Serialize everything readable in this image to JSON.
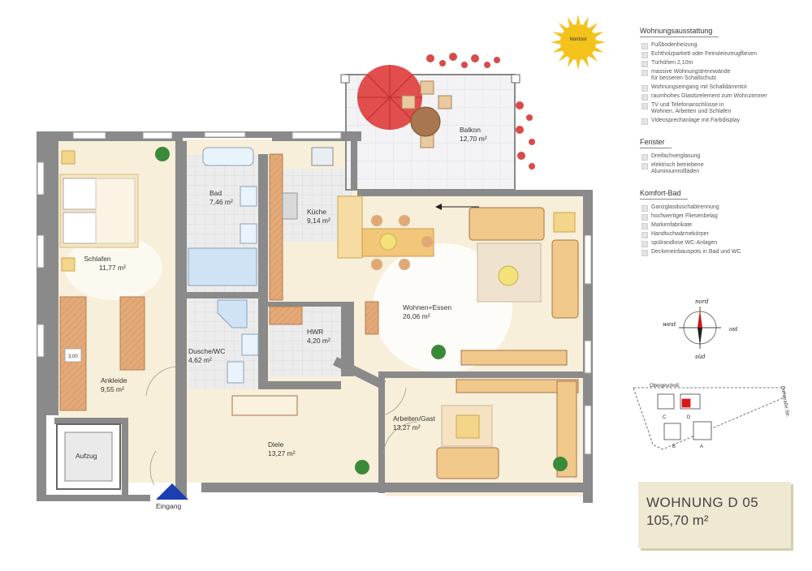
{
  "sun": {
    "label": "Nordost"
  },
  "rooms": [
    {
      "id": "schlafen",
      "name": "Schlafen",
      "area": "11,77 m²"
    },
    {
      "id": "bad",
      "name": "Bad",
      "area": "7,46 m²"
    },
    {
      "id": "kueche",
      "name": "Küche",
      "area": "9,14 m²"
    },
    {
      "id": "balkon",
      "name": "Balkon",
      "area": "12,70 m²"
    },
    {
      "id": "wohnen",
      "name": "Wohnen+Essen",
      "area": "26,06 m²"
    },
    {
      "id": "hwr",
      "name": "HWR",
      "area": "4,20 m²"
    },
    {
      "id": "dusche",
      "name": "Dusche/WC",
      "area": "4,62 m²"
    },
    {
      "id": "ankleide",
      "name": "Ankleide",
      "area": "9,55 m²"
    },
    {
      "id": "arbeiten",
      "name": "Arbeiten/Gast",
      "area": "13,27 m²"
    },
    {
      "id": "diele",
      "name": "Diele",
      "area": "13,27 m²"
    }
  ],
  "aufzug": "Aufzug",
  "eingang": "Eingang",
  "wardrobe_mark": "3,00",
  "compass": {
    "north": "nord",
    "east": "ost",
    "south": "süd",
    "west": "west"
  },
  "floor_key": {
    "title": "Obergeschoß",
    "street": "Dorfstraße Str.",
    "houses": [
      "A",
      "B",
      "C",
      "D"
    ]
  },
  "sections": [
    {
      "title": "Wohnungsausstattung",
      "items": [
        "Fußbodenheizung",
        "Echtholzparkett oder Feinsteinzeugfliesen",
        "Türhöhen 2,10m",
        "massive Wohnungstrennwände\nfür besseren Schallschutz",
        "Wohnungseingang mit Schalldämmtür",
        "raumhohes Glastürelement zum Wohnzimmer",
        "TV und Telefonanschlüsse in\nWohnen, Arbeiten und Schlafen",
        "Videosprechanlage mit Farbdisplay"
      ]
    },
    {
      "title": "Fenster",
      "items": [
        "Dreifachverglasung",
        "elektrisch betriebene\nAluminiumrollläden"
      ]
    },
    {
      "title": "Komfort-Bad",
      "items": [
        "Ganzglasduschabtrennung",
        "hochwertiger Fliesenbelag",
        "Markenfabrikate",
        "Handtuchwärmekörper",
        "spülrandlose WC-Anlagen",
        "Deckeneinbauspots in Bad und WC"
      ]
    }
  ],
  "unit": {
    "name": "WOHNUNG D 05",
    "area": "105,70 m²"
  },
  "colors": {
    "wall": "#888888",
    "floor": "#f7efd9",
    "tile": "#e9e9e9",
    "wood": "#e1a875",
    "sun": "#f3c21b",
    "accent": "#1a3fb0",
    "red_mark": "#d81818",
    "box": "#efe8d2"
  }
}
